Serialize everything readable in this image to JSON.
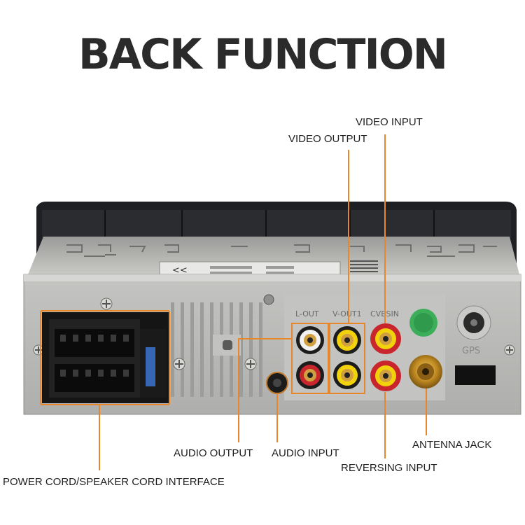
{
  "title": "BACK FUNCTION",
  "callouts": {
    "video_input": "VIDEO INPUT",
    "video_output": "VIDEO OUTPUT",
    "audio_output": "AUDIO OUTPUT",
    "audio_input": "AUDIO INPUT",
    "antenna_jack": "ANTENNA JACK",
    "reversing_input": "REVERSING INPUT",
    "power_cord": "POWER CORD/SPEAKER CORD INTERFACE"
  },
  "device_markings": {
    "l_out": "L-OUT",
    "v_out": "V-OUT1",
    "cvbsin": "CVBSIN",
    "gps": "GPS"
  },
  "colors": {
    "callout_line": "#e8872a",
    "chassis": "#b9bab7",
    "rca_red": "#c8252c",
    "rca_yellow": "#f2d20a",
    "rca_white": "#f2f2f2",
    "gold": "#c89a30",
    "green_cap": "#3cae5a"
  }
}
